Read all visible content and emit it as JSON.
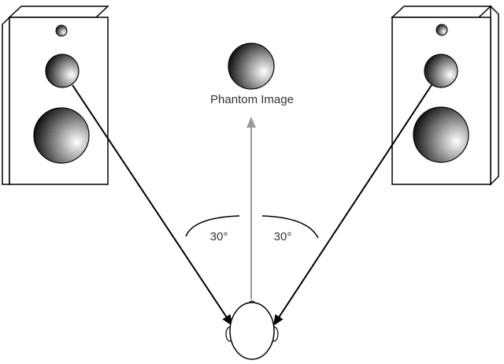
{
  "labels": {
    "phantom_image": "Phantom Image",
    "left_angle": "30°",
    "right_angle": "30°"
  },
  "colors": {
    "outline": "#000000",
    "center_arrow": "#9a9a9a",
    "label_text": "#333333"
  }
}
